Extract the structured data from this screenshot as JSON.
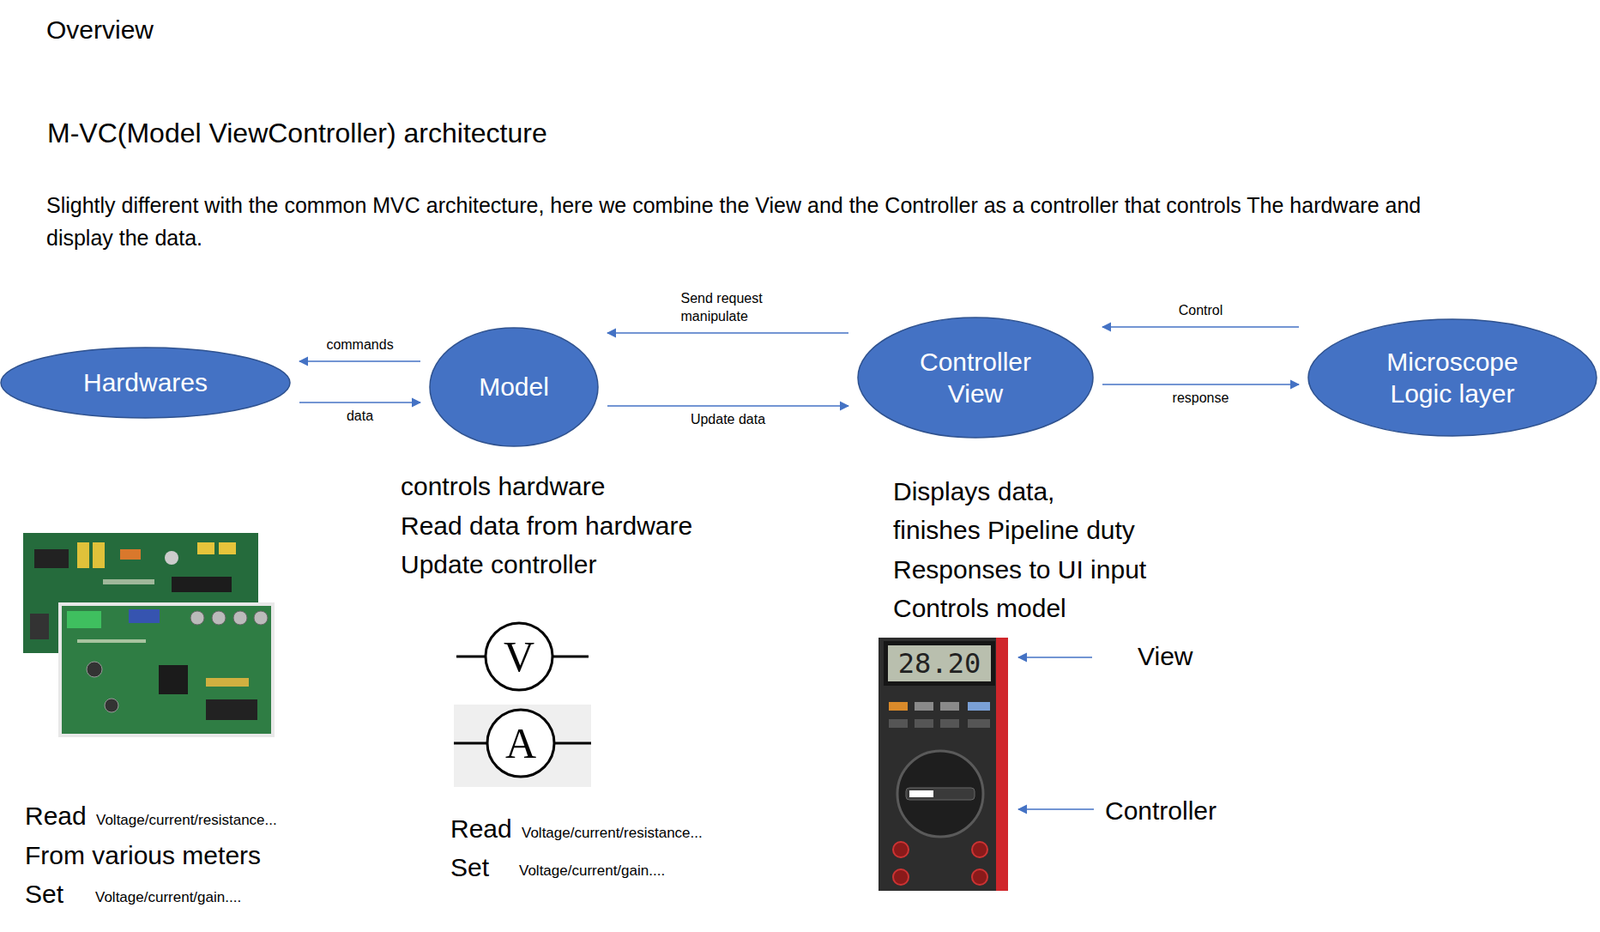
{
  "diagram": {
    "title": "Overview",
    "nodes": [
      {
        "text": [
          "Hardwares"
        ]
      },
      {
        "text": [
          "Model"
        ]
      },
      {
        "text": [
          "Controller View"
        ]
      },
      {
        "text": [
          "Microscope Logic layer"
        ]
      }
    ],
    "edges": [
      {
        "from": 1,
        "to": 0,
        "label": "commands",
        "arrow": "to"
      },
      {
        "from": 0,
        "to": 1,
        "label": "data",
        "arrow": "to"
      },
      {
        "from": 2,
        "to": 1,
        "label": "Send request manipulate",
        "arrow": "to"
      },
      {
        "from": 1,
        "to": 2,
        "label": "Update data",
        "arrow": "to"
      },
      {
        "from": 3,
        "to": 2,
        "label": "Control",
        "arrow": "to"
      },
      {
        "from": 2,
        "to": 3,
        "label": "response",
        "arrow": "to"
      }
    ],
    "labels": [
      "M-VC(Model ViewController) architecture",
      "Slightly different with the common MVC architecture, here we combine the View and the Controller as a controller that controls The hardware and display the data.",
      "controls hardware",
      "Read data from hardware",
      "Update controller",
      "Displays data,",
      "finishes Pipeline duty",
      "Responses to UI input",
      "Controls model",
      "V",
      "A",
      "28.20",
      "View",
      "Controller",
      "Read",
      "Voltage/current/resistance...",
      "From various meters",
      "Set",
      "Voltage/current/gain....",
      "Read",
      "Voltage/current/resistance...",
      "Set",
      "Voltage/current/gain...."
    ]
  }
}
